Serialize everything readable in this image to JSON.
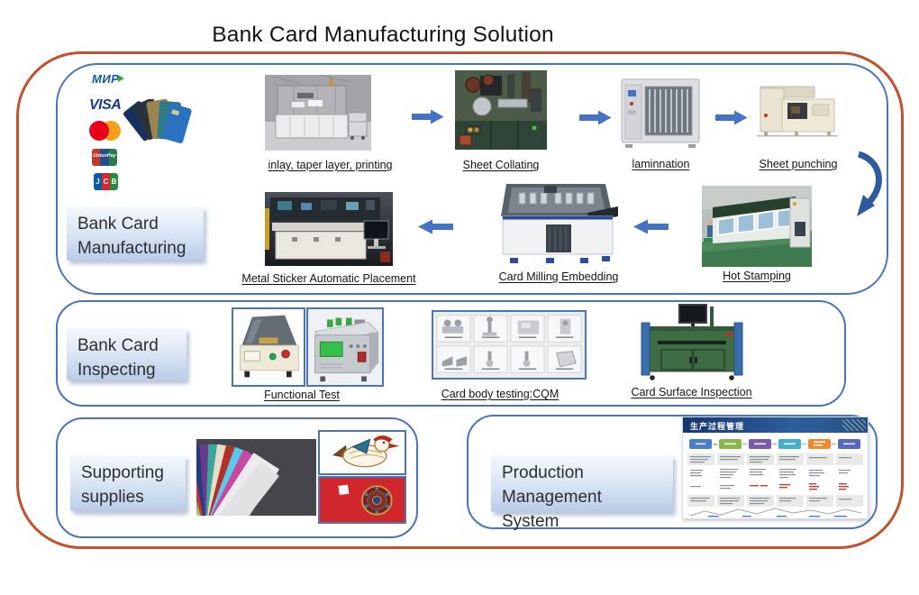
{
  "title": "Bank Card Manufacturing Solution",
  "brands": {
    "mir": "МИР",
    "visa": "VISA",
    "unionpay": "UnionPay",
    "jcb": [
      "J",
      "C",
      "B"
    ]
  },
  "manufacturing": {
    "label": "Bank Card Manufacturing",
    "row1": [
      {
        "label": "inlay, taper layer, printing"
      },
      {
        "label": "Sheet Collating"
      },
      {
        "label": "laminnation"
      },
      {
        "label": "Sheet punching"
      }
    ],
    "row2": [
      {
        "label": "Metal Sticker Automatic Placement"
      },
      {
        "label": "Card Milling Embedding"
      },
      {
        "label": "Hot Stamping"
      }
    ]
  },
  "inspecting": {
    "label": "Bank Card Inspecting",
    "items": [
      {
        "label": "Functional Test"
      },
      {
        "label": "Card body testing:CQM"
      },
      {
        "label": "Card Surface Inspection"
      }
    ]
  },
  "supplies": {
    "label": "Supporting supplies"
  },
  "pms": {
    "label": "Production Management System",
    "screen_title": "生产过程管理"
  },
  "colors": {
    "outer_border": "#c2522e",
    "section_border": "#4a74b9",
    "arrow_blue": "#4472c4"
  }
}
